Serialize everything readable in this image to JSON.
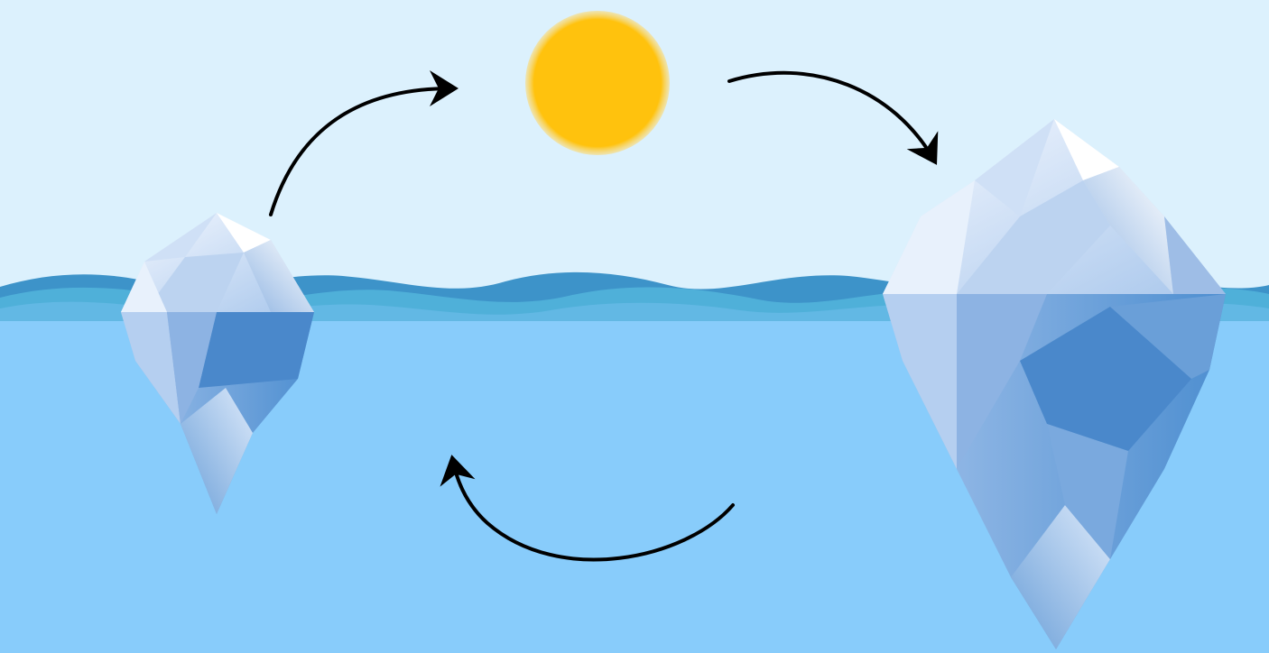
{
  "diagram": {
    "colors": {
      "sky": "#dcf1fd",
      "sea": "#88ccfb",
      "wave_back": "#3d93c9",
      "wave_mid": "#4fb0d9",
      "wave_front": "#62b8e4",
      "sun": "#ffc20d",
      "sun_glow": "#ffd766",
      "arrow": "#000000",
      "ice_light": "#f4f8ff",
      "ice_mid": "#a9c7ec",
      "ice_dark": "#4d8ed0"
    },
    "elements": {
      "sun": "sun-icon",
      "small_iceberg": "iceberg-small",
      "large_iceberg": "iceberg-large",
      "arrows": [
        "arrow-small-to-sun",
        "arrow-sun-to-large",
        "arrow-bottom-return"
      ]
    }
  }
}
